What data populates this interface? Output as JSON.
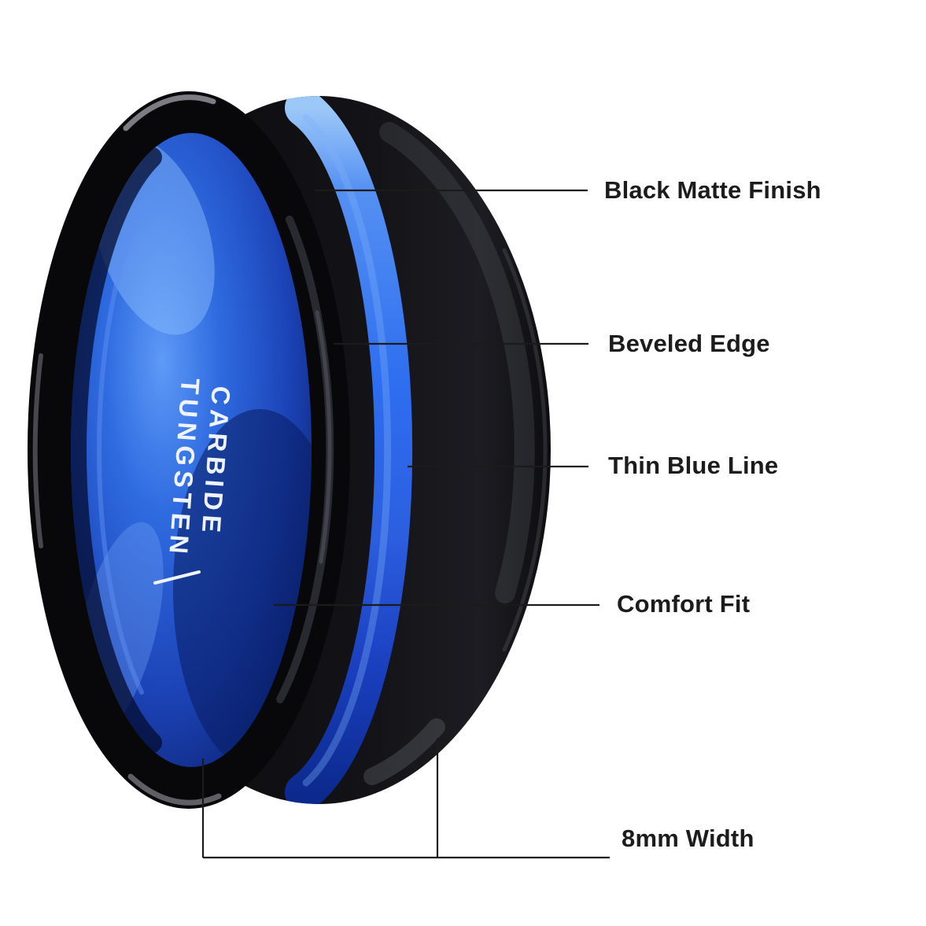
{
  "product": {
    "inner_text_line1": "TUNGSTEN",
    "inner_text_line2": "CARBIDE"
  },
  "annotations": [
    {
      "label": "Black Matte Finish"
    },
    {
      "label": "Beveled Edge"
    },
    {
      "label": "Thin Blue Line"
    },
    {
      "label": "Comfort Fit"
    },
    {
      "label": "8mm Width"
    }
  ],
  "colors": {
    "background": "#ffffff",
    "ring_black": "#0b0b0d",
    "ring_blue_groove": "#2e6ef0",
    "ring_inner_blue": "#1e4fd4",
    "inner_text": "#eef3ff",
    "label_text": "#1c1c1c",
    "leader_line": "#1b1b1b"
  }
}
